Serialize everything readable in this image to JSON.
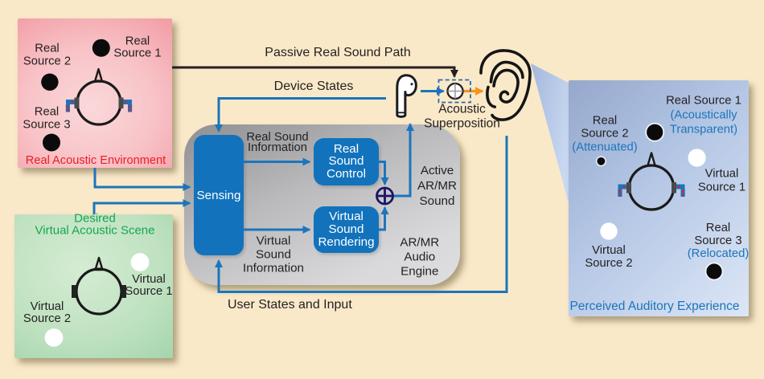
{
  "figure": {
    "description": "Block diagram of an AR/MR audio system: real and virtual acoustic scenes are sensed and processed by an AR/MR audio engine whose output is superimposed with the passive real sound path at the listener's ear",
    "background": "#FAE9C9"
  },
  "colors": {
    "accent_blue": "#1C75BC",
    "block_blue": "#1273BC",
    "adder_navy": "#1B1464",
    "arrow_black": "#231F20",
    "arrow_orange": "#F7941D",
    "title_red": "#EC1C24",
    "title_green": "#14A750",
    "title_blue": "#1B75BC",
    "engine_gray": "#B9B9BB",
    "pink_box": "#F7BDC1",
    "green_box": "#BCE0BD",
    "perceived_box": "#B5C7E5",
    "cream_background": "#FAE9C9"
  },
  "flow_labels": {
    "passive_path": "Passive Real Sound Path",
    "device_states": "Device States",
    "user_states": "User States and Input",
    "acoustic_superposition": [
      "Acoustic",
      "Superposition"
    ],
    "real_sound_info": [
      "Real Sound",
      "Information"
    ],
    "virtual_sound_info": [
      "Virtual",
      "Sound",
      "Information"
    ],
    "active_sound": [
      "Active",
      "AR/MR",
      "Sound"
    ],
    "engine": [
      "AR/MR",
      "Audio",
      "Engine"
    ]
  },
  "engine_blocks": {
    "sensing": "Sensing",
    "real_sound_control": [
      "Real",
      "Sound",
      "Control"
    ],
    "virtual_sound_rendering": [
      "Virtual",
      "Sound",
      "Rendering"
    ]
  },
  "real_environment": {
    "title": "Real Acoustic Environment",
    "source1": [
      "Real",
      "Source 1"
    ],
    "source2": [
      "Real",
      "Source 2"
    ],
    "source3": [
      "Real",
      "Source 3"
    ]
  },
  "virtual_scene": {
    "title": [
      "Desired",
      "Virtual Acoustic Scene"
    ],
    "source1": [
      "Virtual",
      "Source 1"
    ],
    "source2": [
      "Virtual",
      "Source 2"
    ]
  },
  "perceived_experience": {
    "title": "Perceived Auditory Experience",
    "real1": [
      "Real Source 1",
      "(Acoustically",
      "Transparent)"
    ],
    "real2": [
      "Real",
      "Source 2",
      "(Attenuated)"
    ],
    "virtual1": [
      "Virtual",
      "Source 1"
    ],
    "virtual2": [
      "Virtual",
      "Source 2"
    ],
    "real3": [
      "Real",
      "Source 3",
      "(Relocated)"
    ]
  },
  "icons": [
    "earbud-icon",
    "ear-icon",
    "listener-head-icon",
    "adder-icon"
  ]
}
